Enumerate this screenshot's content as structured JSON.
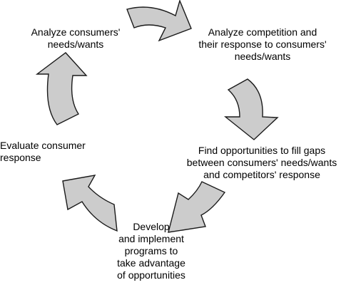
{
  "colors": {
    "arrow_fill": "#cccccc",
    "arrow_stroke": "#1a1a1a",
    "text": "#000000",
    "background": "#ffffff"
  },
  "steps": [
    {
      "lines": [
        "Analyze consumers'",
        "needs/wants"
      ]
    },
    {
      "lines": [
        "Analyze competition and",
        "their response to consumers'",
        "needs/wants"
      ]
    },
    {
      "lines": [
        "Find opportunities to fill gaps",
        "between consumers' needs/wants",
        "and competitors' response"
      ]
    },
    {
      "lines": [
        "Develop",
        "and implement",
        "programs to",
        "take advantage",
        "of opportunities"
      ]
    },
    {
      "lines": [
        "Evaluate consumer",
        "response"
      ]
    }
  ]
}
